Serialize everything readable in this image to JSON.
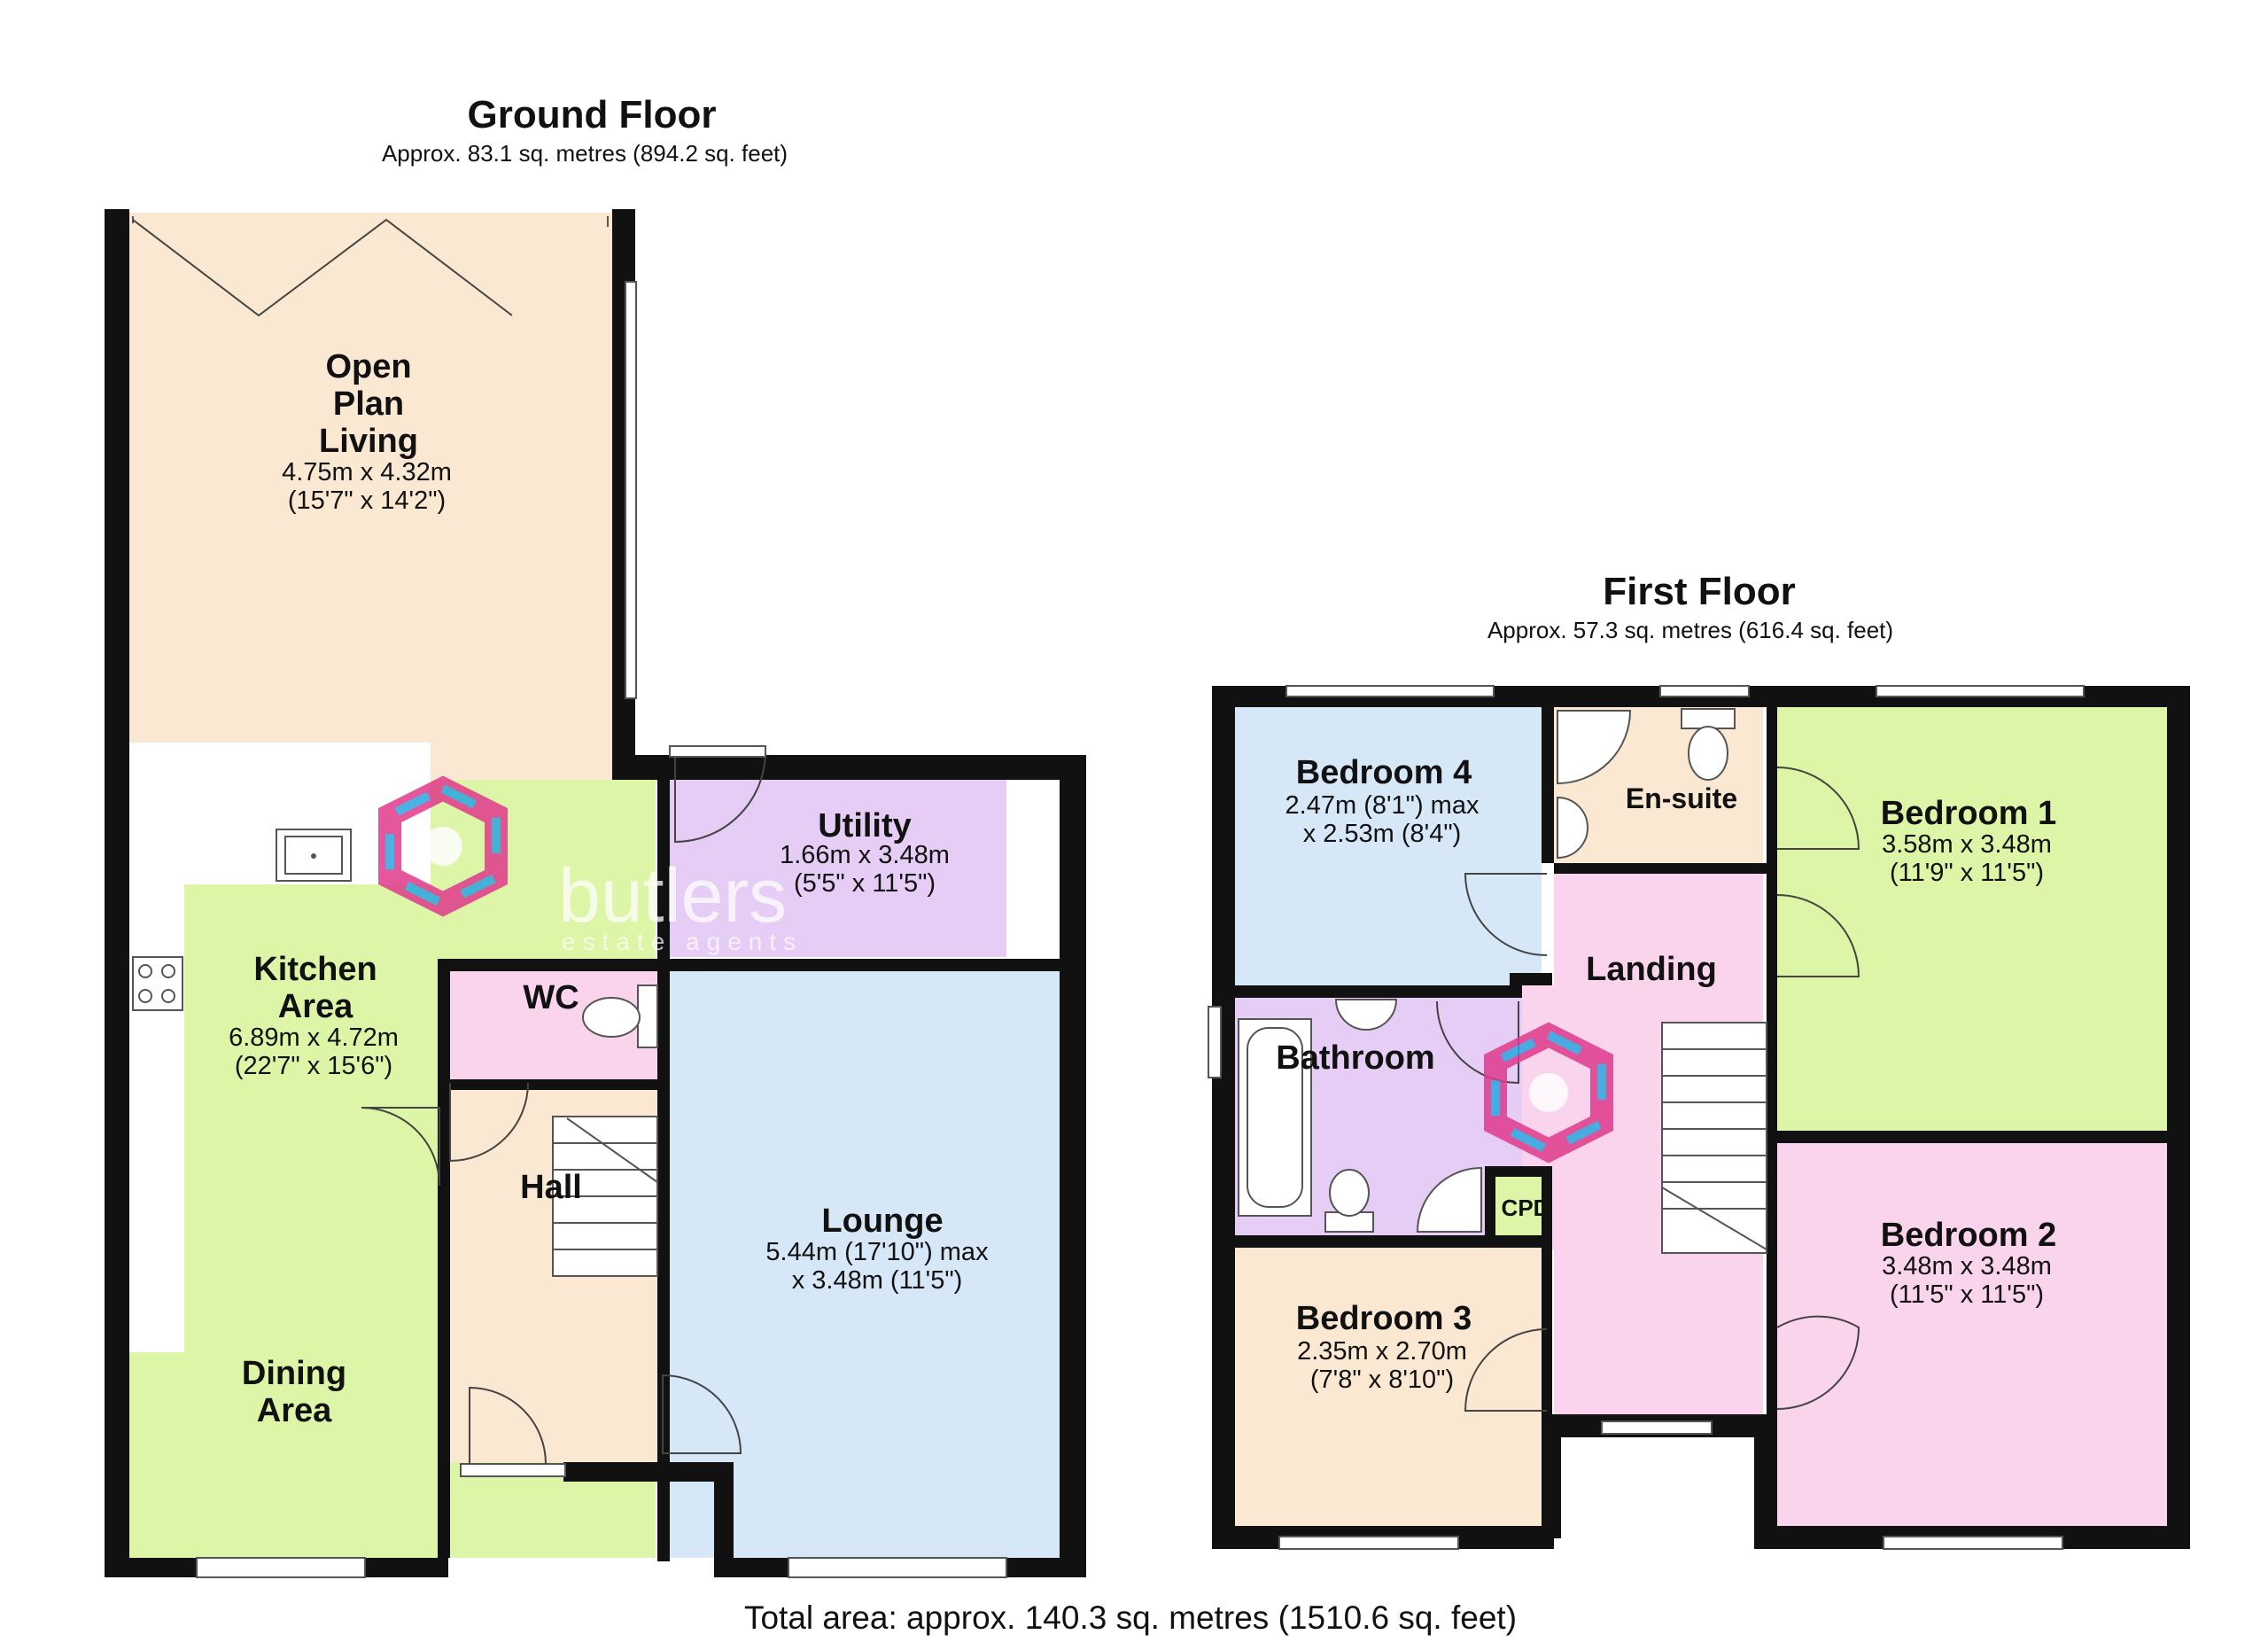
{
  "ground_floor": {
    "title": "Ground Floor",
    "area": "Approx. 83.1 sq. metres (894.2 sq. feet)",
    "rooms": {
      "open_plan": {
        "name_lines": [
          "Open",
          "Plan",
          "Living"
        ],
        "dim1": "4.75m x 4.32m",
        "dim2": "(15'7\" x 14'2\")"
      },
      "kitchen": {
        "name_lines": [
          "Kitchen",
          "Area"
        ],
        "dim1": "6.89m x 4.72m",
        "dim2": "(22'7\" x 15'6\")"
      },
      "dining": {
        "name_lines": [
          "Dining",
          "Area"
        ]
      },
      "utility": {
        "name": "Utility",
        "dim1": "1.66m x 3.48m",
        "dim2": "(5'5\" x 11'5\")"
      },
      "wc": {
        "name": "WC"
      },
      "hall": {
        "name": "Hall"
      },
      "lounge": {
        "name": "Lounge",
        "dim1": "5.44m (17'10\") max",
        "dim2": "x 3.48m (11'5\")"
      }
    }
  },
  "first_floor": {
    "title": "First Floor",
    "area": "Approx. 57.3 sq. metres (616.4 sq. feet)",
    "rooms": {
      "bedroom4": {
        "name": "Bedroom 4",
        "dim1": "2.47m (8'1\") max",
        "dim2": "x 2.53m (8'4\")"
      },
      "ensuite": {
        "name": "En-suite"
      },
      "bedroom1": {
        "name": "Bedroom 1",
        "dim1": "3.58m x 3.48m",
        "dim2": "(11'9\" x 11'5\")"
      },
      "landing": {
        "name": "Landing"
      },
      "bathroom": {
        "name": "Bathroom"
      },
      "cpd": {
        "name": "CPD"
      },
      "bedroom2": {
        "name": "Bedroom 2",
        "dim1": "3.48m x 3.48m",
        "dim2": "(11'5\" x 11'5\")"
      },
      "bedroom3": {
        "name": "Bedroom 3",
        "dim1": "2.35m x 2.70m",
        "dim2": "(7'8\" x 8'10\")"
      }
    }
  },
  "watermark": {
    "brand": "butlers",
    "tagline": "estate agents"
  },
  "total_area": "Total area: approx. 140.3 sq. metres (1510.6 sq. feet)",
  "colors": {
    "open_plan": "#fbe8d2",
    "kitchen": "#dcf5a6",
    "utility": "#e6cdf5",
    "wc": "#fad4ec",
    "hall": "#fbe8d2",
    "lounge": "#d6e8f8",
    "bedroom4": "#d6e8f8",
    "ensuite": "#fbe8d2",
    "bedroom1": "#dcf5a6",
    "landing": "#fad4ec",
    "bathroom": "#e6cdf5",
    "bedroom2": "#fad4ec",
    "bedroom3": "#fbe8d2",
    "cpd": "#dcf5a6"
  }
}
